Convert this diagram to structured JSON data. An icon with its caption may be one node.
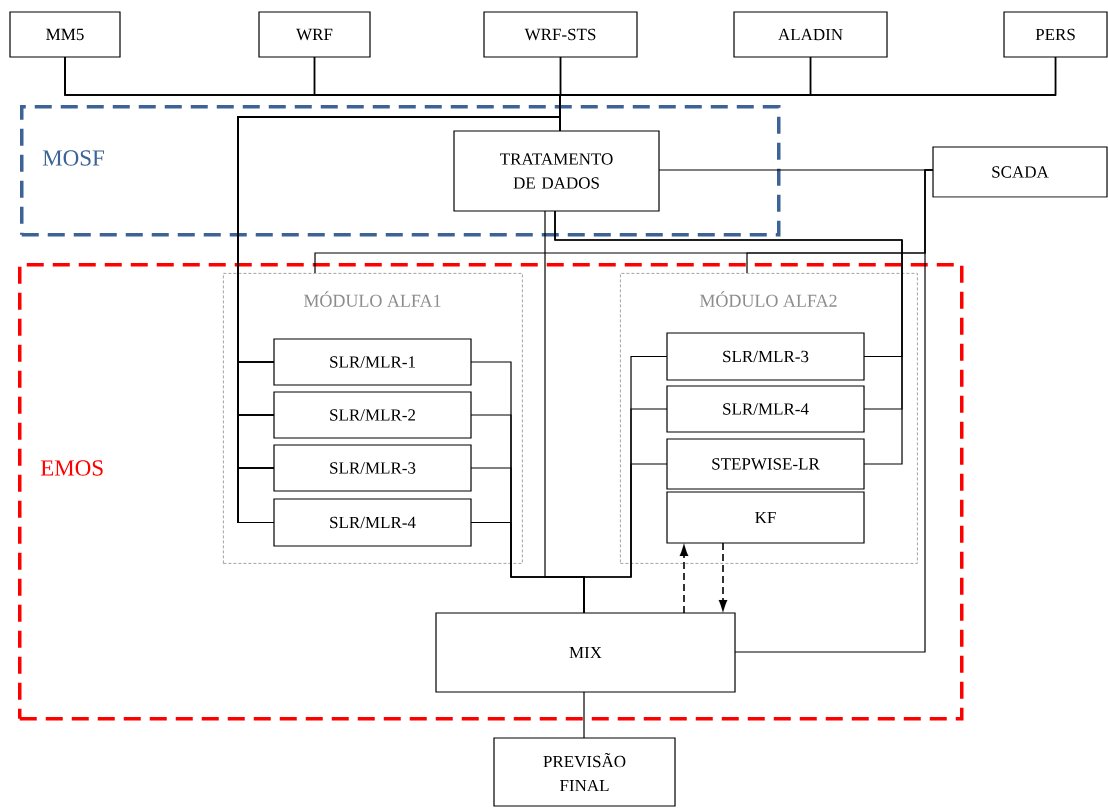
{
  "diagram": {
    "nodes": [
      {
        "text": [
          "MM5"
        ]
      },
      {
        "text": [
          "WRF"
        ]
      },
      {
        "text": [
          "WRF-STS"
        ]
      },
      {
        "text": [
          "ALADIN"
        ]
      },
      {
        "text": [
          "PERS"
        ]
      },
      {
        "text": [
          "MOSF"
        ]
      },
      {
        "text": [
          "TRATAMENTO DE DADOS"
        ],
        "in": 5
      },
      {
        "text": [
          "SCADA"
        ]
      },
      {
        "text": [
          "EMOS"
        ]
      },
      {
        "text": [
          "MÓDULO ALFA1"
        ],
        "in": 8
      },
      {
        "text": [
          "SLR/MLR-1"
        ],
        "in": 9
      },
      {
        "text": [
          "SLR/MLR-2"
        ],
        "in": 9
      },
      {
        "text": [
          "SLR/MLR-3"
        ],
        "in": 9
      },
      {
        "text": [
          "SLR/MLR-4"
        ],
        "in": 9
      },
      {
        "text": [
          "MÓDULO ALFA2"
        ],
        "in": 8
      },
      {
        "text": [
          "SLR/MLR-3"
        ],
        "in": 14
      },
      {
        "text": [
          "SLR/MLR-4"
        ],
        "in": 14
      },
      {
        "text": [
          "STEPWISE-LR"
        ],
        "in": 14
      },
      {
        "text": [
          "KF"
        ],
        "in": 14
      },
      {
        "text": [
          "MIX"
        ],
        "in": 8
      },
      {
        "text": [
          "PREVISÃO FINAL"
        ]
      }
    ],
    "edges": [
      {
        "from": 0,
        "to": 6,
        "arrow": "none"
      },
      {
        "from": 1,
        "to": 6,
        "arrow": "none"
      },
      {
        "from": 2,
        "to": 6,
        "arrow": "none"
      },
      {
        "from": 3,
        "to": 6,
        "arrow": "none"
      },
      {
        "from": 4,
        "to": 6,
        "arrow": "none"
      },
      {
        "from": 0,
        "to": 10,
        "arrow": "none"
      },
      {
        "from": 0,
        "to": 11,
        "arrow": "none"
      },
      {
        "from": 0,
        "to": 12,
        "arrow": "none"
      },
      {
        "from": 0,
        "to": 13,
        "arrow": "none"
      },
      {
        "from": 1,
        "to": 10,
        "arrow": "none"
      },
      {
        "from": 1,
        "to": 11,
        "arrow": "none"
      },
      {
        "from": 1,
        "to": 12,
        "arrow": "none"
      },
      {
        "from": 1,
        "to": 13,
        "arrow": "none"
      },
      {
        "from": 2,
        "to": 10,
        "arrow": "none"
      },
      {
        "from": 2,
        "to": 11,
        "arrow": "none"
      },
      {
        "from": 2,
        "to": 12,
        "arrow": "none"
      },
      {
        "from": 2,
        "to": 13,
        "arrow": "none"
      },
      {
        "from": 3,
        "to": 10,
        "arrow": "none"
      },
      {
        "from": 3,
        "to": 11,
        "arrow": "none"
      },
      {
        "from": 3,
        "to": 12,
        "arrow": "none"
      },
      {
        "from": 3,
        "to": 13,
        "arrow": "none"
      },
      {
        "from": 4,
        "to": 10,
        "arrow": "none"
      },
      {
        "from": 4,
        "to": 11,
        "arrow": "none"
      },
      {
        "from": 4,
        "to": 12,
        "arrow": "none"
      },
      {
        "from": 4,
        "to": 13,
        "arrow": "none"
      },
      {
        "from": 7,
        "to": 6,
        "arrow": "none"
      },
      {
        "from": 7,
        "to": 9,
        "arrow": "none"
      },
      {
        "from": 7,
        "to": 14,
        "arrow": "none"
      },
      {
        "from": 7,
        "to": 19,
        "arrow": "none"
      },
      {
        "from": 6,
        "to": 15,
        "arrow": "none"
      },
      {
        "from": 6,
        "to": 16,
        "arrow": "none"
      },
      {
        "from": 6,
        "to": 17,
        "arrow": "none"
      },
      {
        "from": 6,
        "to": 19,
        "arrow": "none"
      },
      {
        "from": 10,
        "to": 19,
        "arrow": "none"
      },
      {
        "from": 11,
        "to": 19,
        "arrow": "none"
      },
      {
        "from": 12,
        "to": 19,
        "arrow": "none"
      },
      {
        "from": 13,
        "to": 19,
        "arrow": "none"
      },
      {
        "from": 15,
        "to": 19,
        "arrow": "none"
      },
      {
        "from": 16,
        "to": 19,
        "arrow": "none"
      },
      {
        "from": 17,
        "to": 19,
        "arrow": "none"
      },
      {
        "from": 19,
        "to": 18,
        "arrow": "to",
        "style": "dashed"
      },
      {
        "from": 18,
        "to": 19,
        "arrow": "to",
        "style": "dashed"
      },
      {
        "from": 19,
        "to": 20,
        "arrow": "none"
      }
    ]
  }
}
